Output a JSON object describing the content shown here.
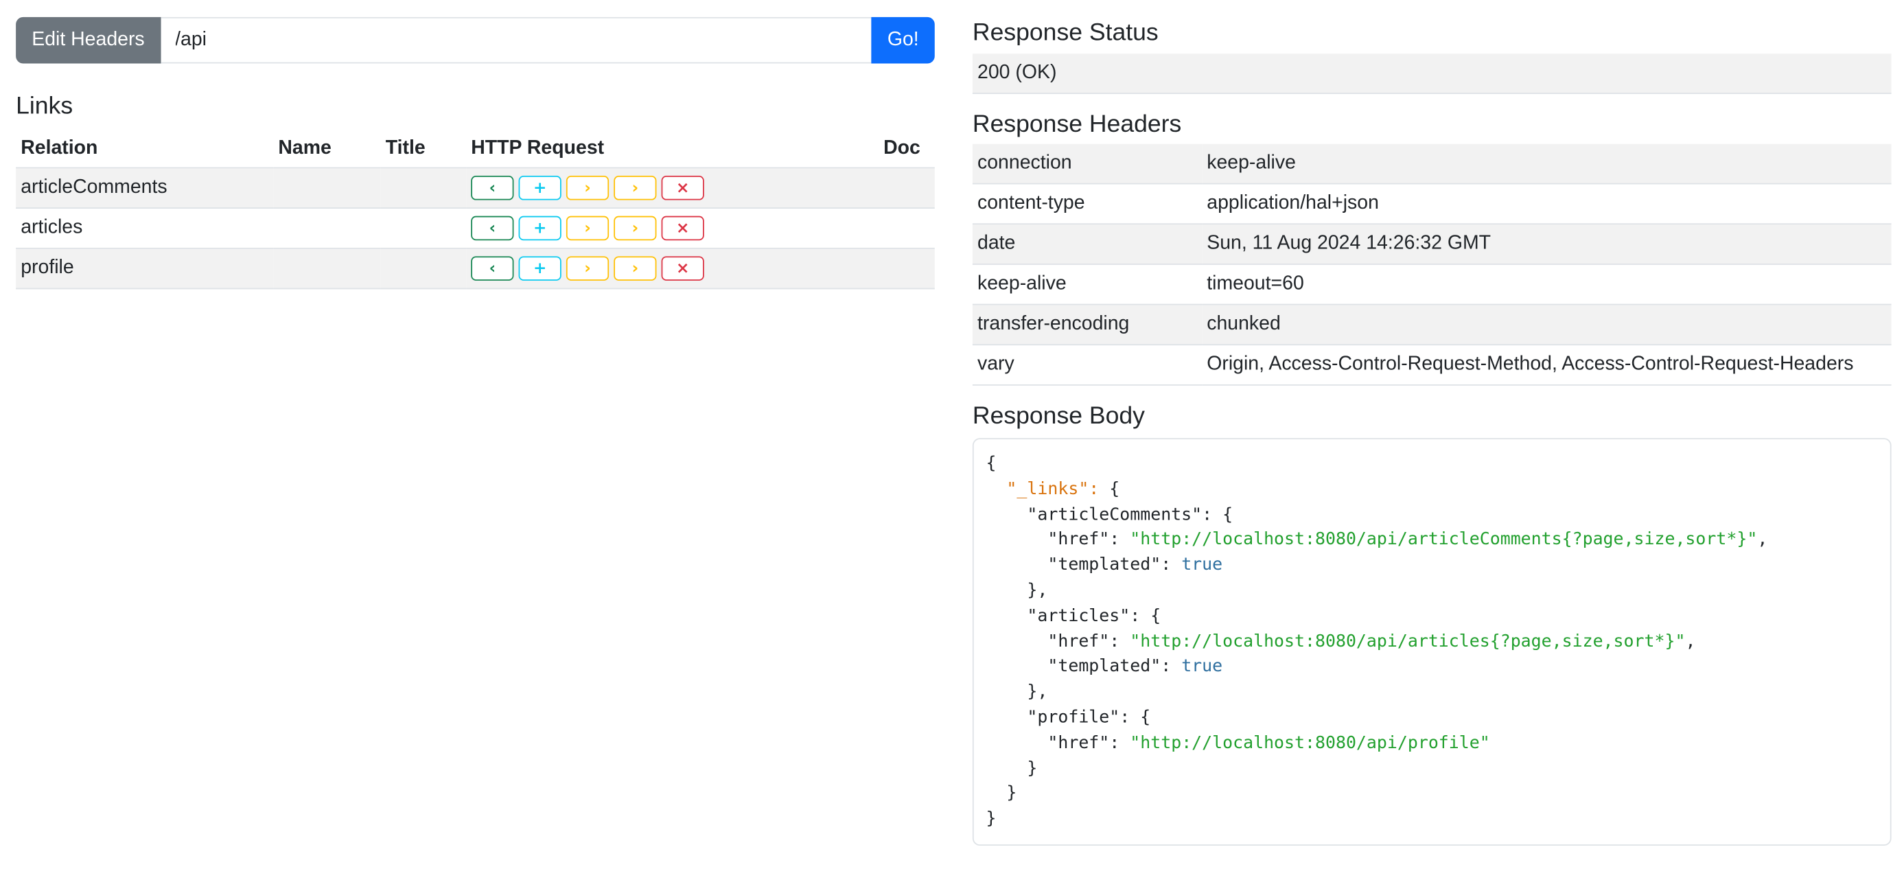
{
  "toolbar": {
    "edit_headers_label": "Edit Headers",
    "url_value": "/api",
    "go_label": "Go!"
  },
  "links": {
    "title": "Links",
    "columns": [
      "Relation",
      "Name",
      "Title",
      "HTTP Request",
      "Doc"
    ],
    "rows": [
      {
        "relation": "articleComments",
        "name": "",
        "title": ""
      },
      {
        "relation": "articles",
        "name": "",
        "title": ""
      },
      {
        "relation": "profile",
        "name": "",
        "title": ""
      }
    ],
    "request_buttons": [
      {
        "icon": "chevron-left-icon",
        "glyph": "‹",
        "color": "#198754"
      },
      {
        "icon": "plus-icon",
        "glyph": "+",
        "color": "#0dcaf0"
      },
      {
        "icon": "chevron-right-icon",
        "glyph": "›",
        "color": "#ffc107"
      },
      {
        "icon": "chevron-right-icon",
        "glyph": "›",
        "color": "#ffc107"
      },
      {
        "icon": "x-icon",
        "glyph": "×",
        "color": "#dc3545"
      }
    ]
  },
  "response_status": {
    "title": "Response Status",
    "value": "200 (OK)"
  },
  "response_headers": {
    "title": "Response Headers",
    "rows": [
      {
        "key": "connection",
        "value": "keep-alive"
      },
      {
        "key": "content-type",
        "value": "application/hal+json"
      },
      {
        "key": "date",
        "value": "Sun, 11 Aug 2024 14:26:32 GMT"
      },
      {
        "key": "keep-alive",
        "value": "timeout=60"
      },
      {
        "key": "transfer-encoding",
        "value": "chunked"
      },
      {
        "key": "vary",
        "value": "Origin, Access-Control-Request-Method, Access-Control-Request-Headers"
      }
    ]
  },
  "response_body": {
    "title": "Response Body",
    "lines": [
      [
        {
          "t": "{"
        }
      ],
      [
        {
          "t": "  "
        },
        {
          "t": "\"_links\":",
          "c": "orange"
        },
        {
          "t": " {"
        }
      ],
      [
        {
          "t": "    \"articleComments\": {"
        }
      ],
      [
        {
          "t": "      \"href\": "
        },
        {
          "t": "\"http://localhost:8080/api/articleComments{?page,size,sort*}\"",
          "c": "str"
        },
        {
          "t": ","
        }
      ],
      [
        {
          "t": "      \"templated\": "
        },
        {
          "t": "true",
          "c": "bool"
        }
      ],
      [
        {
          "t": "    },"
        }
      ],
      [
        {
          "t": "    \"articles\": {"
        }
      ],
      [
        {
          "t": "      \"href\": "
        },
        {
          "t": "\"http://localhost:8080/api/articles{?page,size,sort*}\"",
          "c": "str"
        },
        {
          "t": ","
        }
      ],
      [
        {
          "t": "      \"templated\": "
        },
        {
          "t": "true",
          "c": "bool"
        }
      ],
      [
        {
          "t": "    },"
        }
      ],
      [
        {
          "t": "    \"profile\": {"
        }
      ],
      [
        {
          "t": "      \"href\": "
        },
        {
          "t": "\"http://localhost:8080/api/profile\"",
          "c": "str"
        }
      ],
      [
        {
          "t": "    }"
        }
      ],
      [
        {
          "t": "  }"
        }
      ],
      [
        {
          "t": "}"
        }
      ]
    ]
  }
}
